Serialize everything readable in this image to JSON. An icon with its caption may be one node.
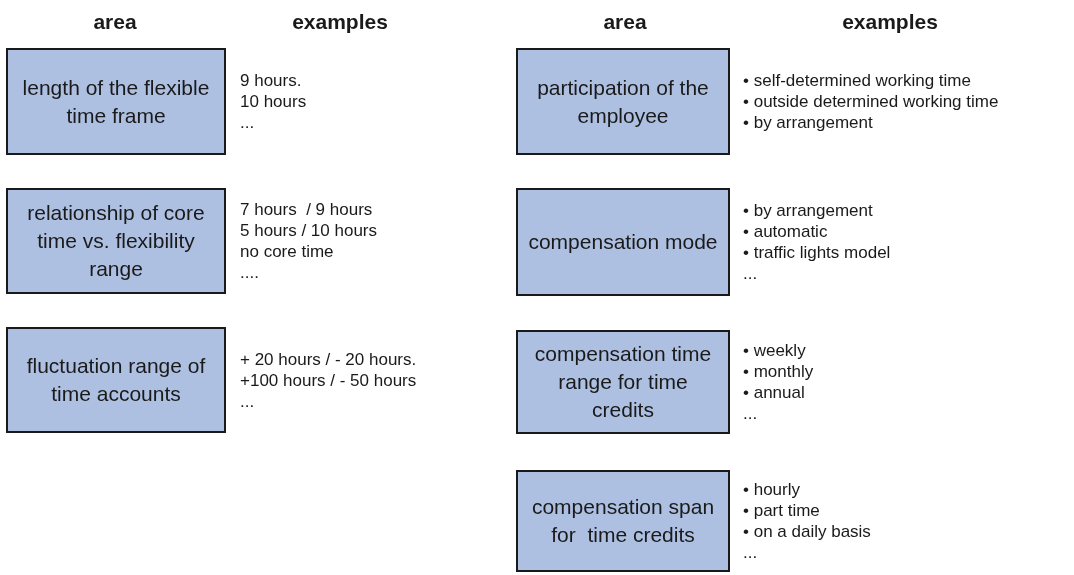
{
  "diagram": {
    "nodes": [
      {
        "text": [
          "length of the flexible time frame"
        ],
        "beside": [
          "9 hours.",
          "10 hours",
          "..."
        ]
      },
      {
        "text": [
          "relationship of core time vs. flexibility range"
        ],
        "beside": [
          "7 hours  / 9 hours",
          "5 hours / 10 hours",
          "no core time",
          "...."
        ]
      },
      {
        "text": [
          "fluctuation range of time accounts"
        ],
        "beside": [
          "+ 20 hours / - 20 hours.",
          "+100 hours / - 50 hours",
          "..."
        ]
      },
      {
        "text": [
          "participation of the employee"
        ],
        "beside": [
          "• self-determined working time",
          "• outside determined working time",
          "• by arrangement"
        ]
      },
      {
        "text": [
          "compensation mode"
        ],
        "beside": [
          "• by arrangement",
          "• automatic",
          "• traffic lights model",
          "..."
        ]
      },
      {
        "text": [
          "compensation time range for time credits"
        ],
        "beside": [
          "• weekly",
          "• monthly",
          "• annual",
          "..."
        ]
      },
      {
        "text": [
          "compensation span for  time credits"
        ],
        "beside": [
          "• hourly",
          "• part time",
          "• on a daily basis",
          "..."
        ]
      }
    ],
    "labels": [
      "area",
      "examples",
      "area",
      "examples"
    ]
  }
}
